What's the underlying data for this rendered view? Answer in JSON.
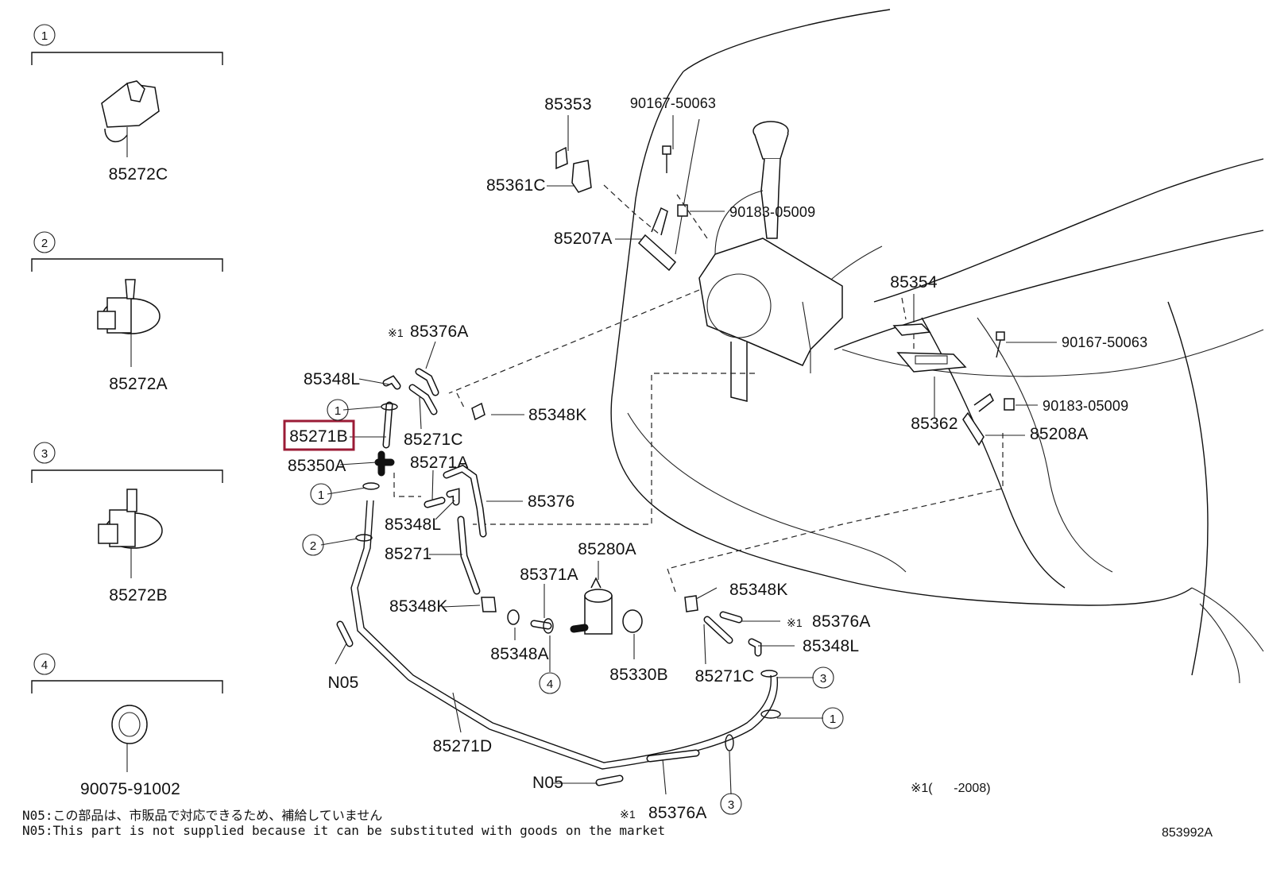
{
  "legend": [
    {
      "num": "1",
      "part": "85272C"
    },
    {
      "num": "2",
      "part": "85272A"
    },
    {
      "num": "3",
      "part": "85272B"
    },
    {
      "num": "4",
      "part": "90075-91002"
    }
  ],
  "labels": {
    "p85353": "85353",
    "p90167_50063_top": "90167-50063",
    "p85361C": "85361C",
    "p90183_05009_top": "90183-05009",
    "p85207A": "85207A",
    "p85354": "85354",
    "p90167_50063_right": "90167-50063",
    "p90183_05009_right": "90183-05009",
    "p85362": "85362",
    "p85208A": "85208A",
    "p85376A_top": "85376A",
    "p85348L_top": "85348L",
    "p85348K_top": "85348K",
    "p85271B": "85271B",
    "p85271C_top": "85271C",
    "p85350A": "85350A",
    "p85271A": "85271A",
    "p85376": "85376",
    "p85348L_mid": "85348L",
    "p85271": "85271",
    "p85280A": "85280A",
    "p85371A": "85371A",
    "p85348K_mid": "85348K",
    "p85348A": "85348A",
    "p85330B": "85330B",
    "p85348K_right": "85348K",
    "p85376A_right": "85376A",
    "p85348L_right": "85348L",
    "p85271C_right": "85271C",
    "pN05_left": "N05",
    "p85271D": "85271D",
    "pN05_bottom": "N05",
    "p85376A_bottom": "85376A"
  },
  "callouts": {
    "c1a": "1",
    "c1b": "1",
    "c2": "2",
    "c4": "4",
    "c3a": "3",
    "c1c": "1",
    "c3b": "3"
  },
  "markers": {
    "m_top": "※1",
    "m_right": "※1",
    "m_bottom": "※1"
  },
  "notes": {
    "jp": "N05:この部品は、市販品で対応できるため、補給していません",
    "en": "N05:This part is not supplied because it can be substituted with goods on the market",
    "footnote": "※1(      -2008)"
  },
  "diagram_id": "853992A",
  "highlight_color": "#9b1b36"
}
